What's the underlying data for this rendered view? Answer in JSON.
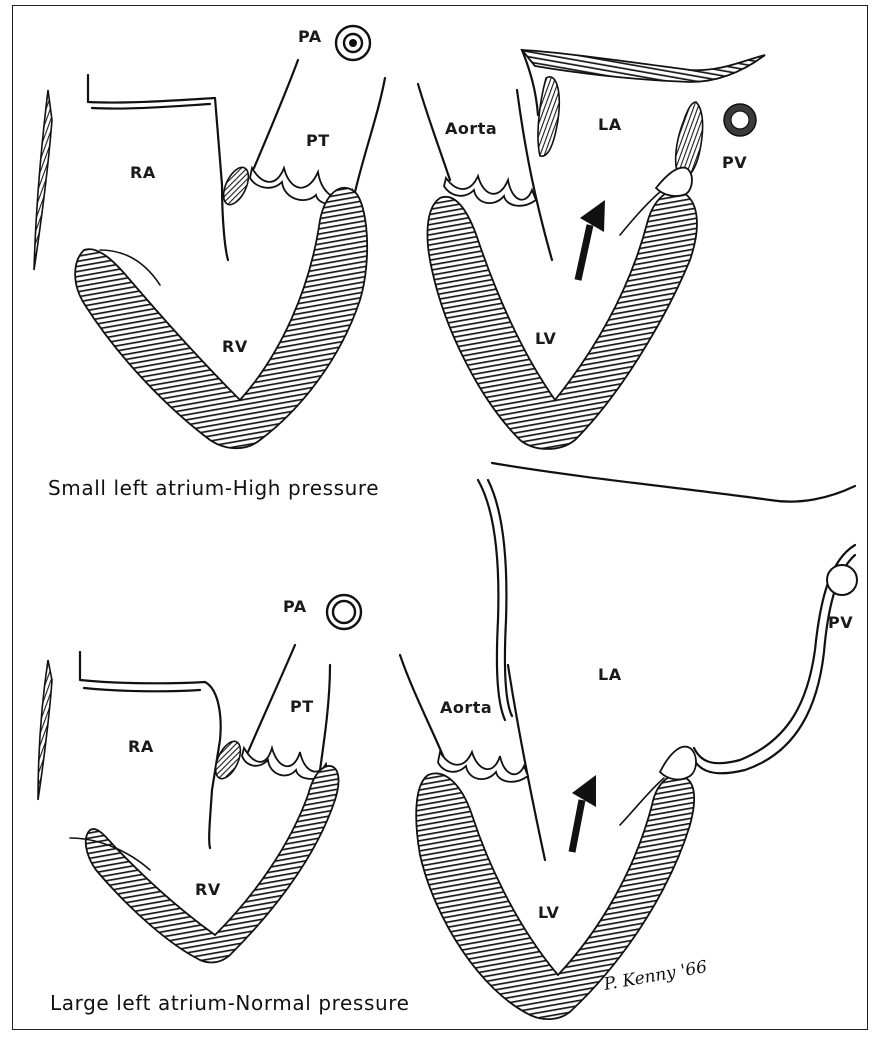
{
  "top_panel": {
    "caption": "Small left atrium-High pressure",
    "labels": {
      "pa": "PA",
      "pt": "PT",
      "ra": "RA",
      "rv": "RV",
      "aorta": "Aorta",
      "la": "LA",
      "pv": "PV",
      "lv": "LV"
    }
  },
  "bottom_panel": {
    "caption": "Large left atrium-Normal pressure",
    "labels": {
      "pa": "PA",
      "pt": "PT",
      "ra": "RA",
      "rv": "RV",
      "aorta": "Aorta",
      "la": "LA",
      "pv": "PV",
      "lv": "LV"
    }
  },
  "signature": "P. Kenny '66"
}
